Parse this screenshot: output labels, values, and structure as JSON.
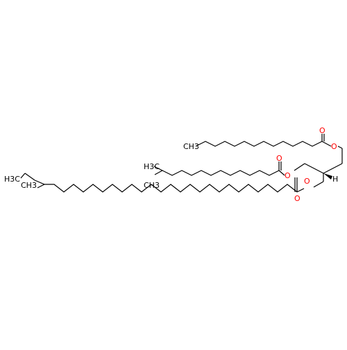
{
  "molecule": {
    "atom_labels": {
      "o_ester_1_single": "O",
      "o_ester_1_carbonyl": "O",
      "o_ester_2_single": "O",
      "o_ester_2_carbonyl": "O",
      "o_ester_3_single": "O",
      "o_ester_3_carbonyl": "O",
      "h_stereo": "H",
      "ch3_chain_1": "CH3",
      "ch3_chain_2a": "H3C",
      "ch3_chain_2b": "CH3",
      "ch3_chain_3a": "H3C",
      "ch3_chain_3b": "CH3"
    },
    "colors": {
      "bond": "#000000",
      "oxygen": "#ff0000",
      "carbon_label": "#000000",
      "hydrogen_label": "#000000"
    }
  }
}
